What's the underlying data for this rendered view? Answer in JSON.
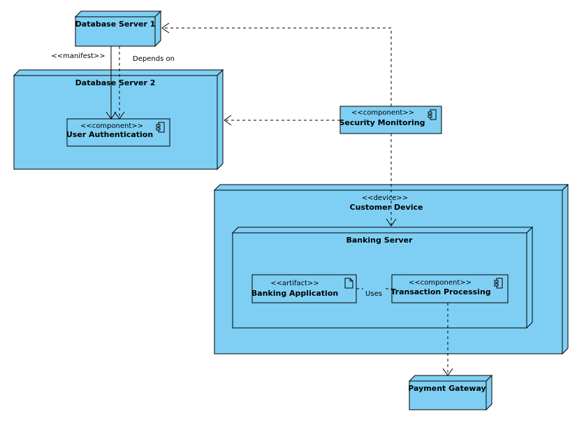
{
  "nodes": {
    "db1": {
      "name": "Database Server 1"
    },
    "db2": {
      "name": "Database Server 2"
    },
    "customer": {
      "stereotype": "<<device>>",
      "name": "Customer Device"
    },
    "banking_server": {
      "name": "Banking Server"
    },
    "payment": {
      "name": "Payment Gateway"
    }
  },
  "components": {
    "user_auth": {
      "stereotype": "<<component>>",
      "name": "User Authentication"
    },
    "security": {
      "stereotype": "<<component>>",
      "name": "Security Monitoring"
    },
    "transaction": {
      "stereotype": "<<component>>",
      "name": "Transaction Processing"
    }
  },
  "artifacts": {
    "banking_app": {
      "stereotype": "<<artifact>>",
      "name": "Banking Application"
    }
  },
  "edges": {
    "manifest": "<<manifest>>",
    "depends_on": "Depends on",
    "uses": "Uses"
  },
  "colors": {
    "fill": "#7ecff3",
    "stroke": "#000000"
  }
}
